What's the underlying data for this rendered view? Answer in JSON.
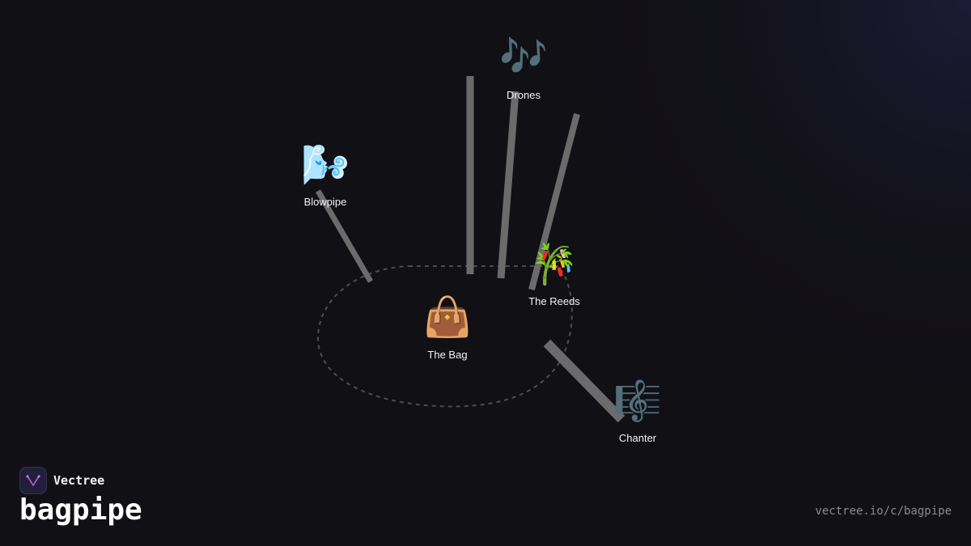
{
  "brand": {
    "name": "Vectree"
  },
  "title": "bagpipe",
  "url": "vectree.io/c/bagpipe",
  "diagram": {
    "center": {
      "label": "The Bag",
      "icon": "handbag-icon",
      "glyph": "👜"
    },
    "nodes": [
      {
        "id": "blowpipe",
        "label": "Blowpipe",
        "icon": "wind-face-icon",
        "glyph": "🌬️"
      },
      {
        "id": "drones",
        "label": "Drones",
        "icon": "musical-notes-icon",
        "glyph": "🎶"
      },
      {
        "id": "reeds",
        "label": "The Reeds",
        "icon": "bamboo-icon",
        "glyph": "🎋"
      },
      {
        "id": "chanter",
        "label": "Chanter",
        "icon": "musical-score-icon",
        "glyph": "🎼"
      }
    ]
  },
  "colors": {
    "background": "#111015",
    "connector": "#6b6b6b",
    "outline": "#4d4d52",
    "label": "#f2f2f4",
    "accent": "#b060e0"
  }
}
